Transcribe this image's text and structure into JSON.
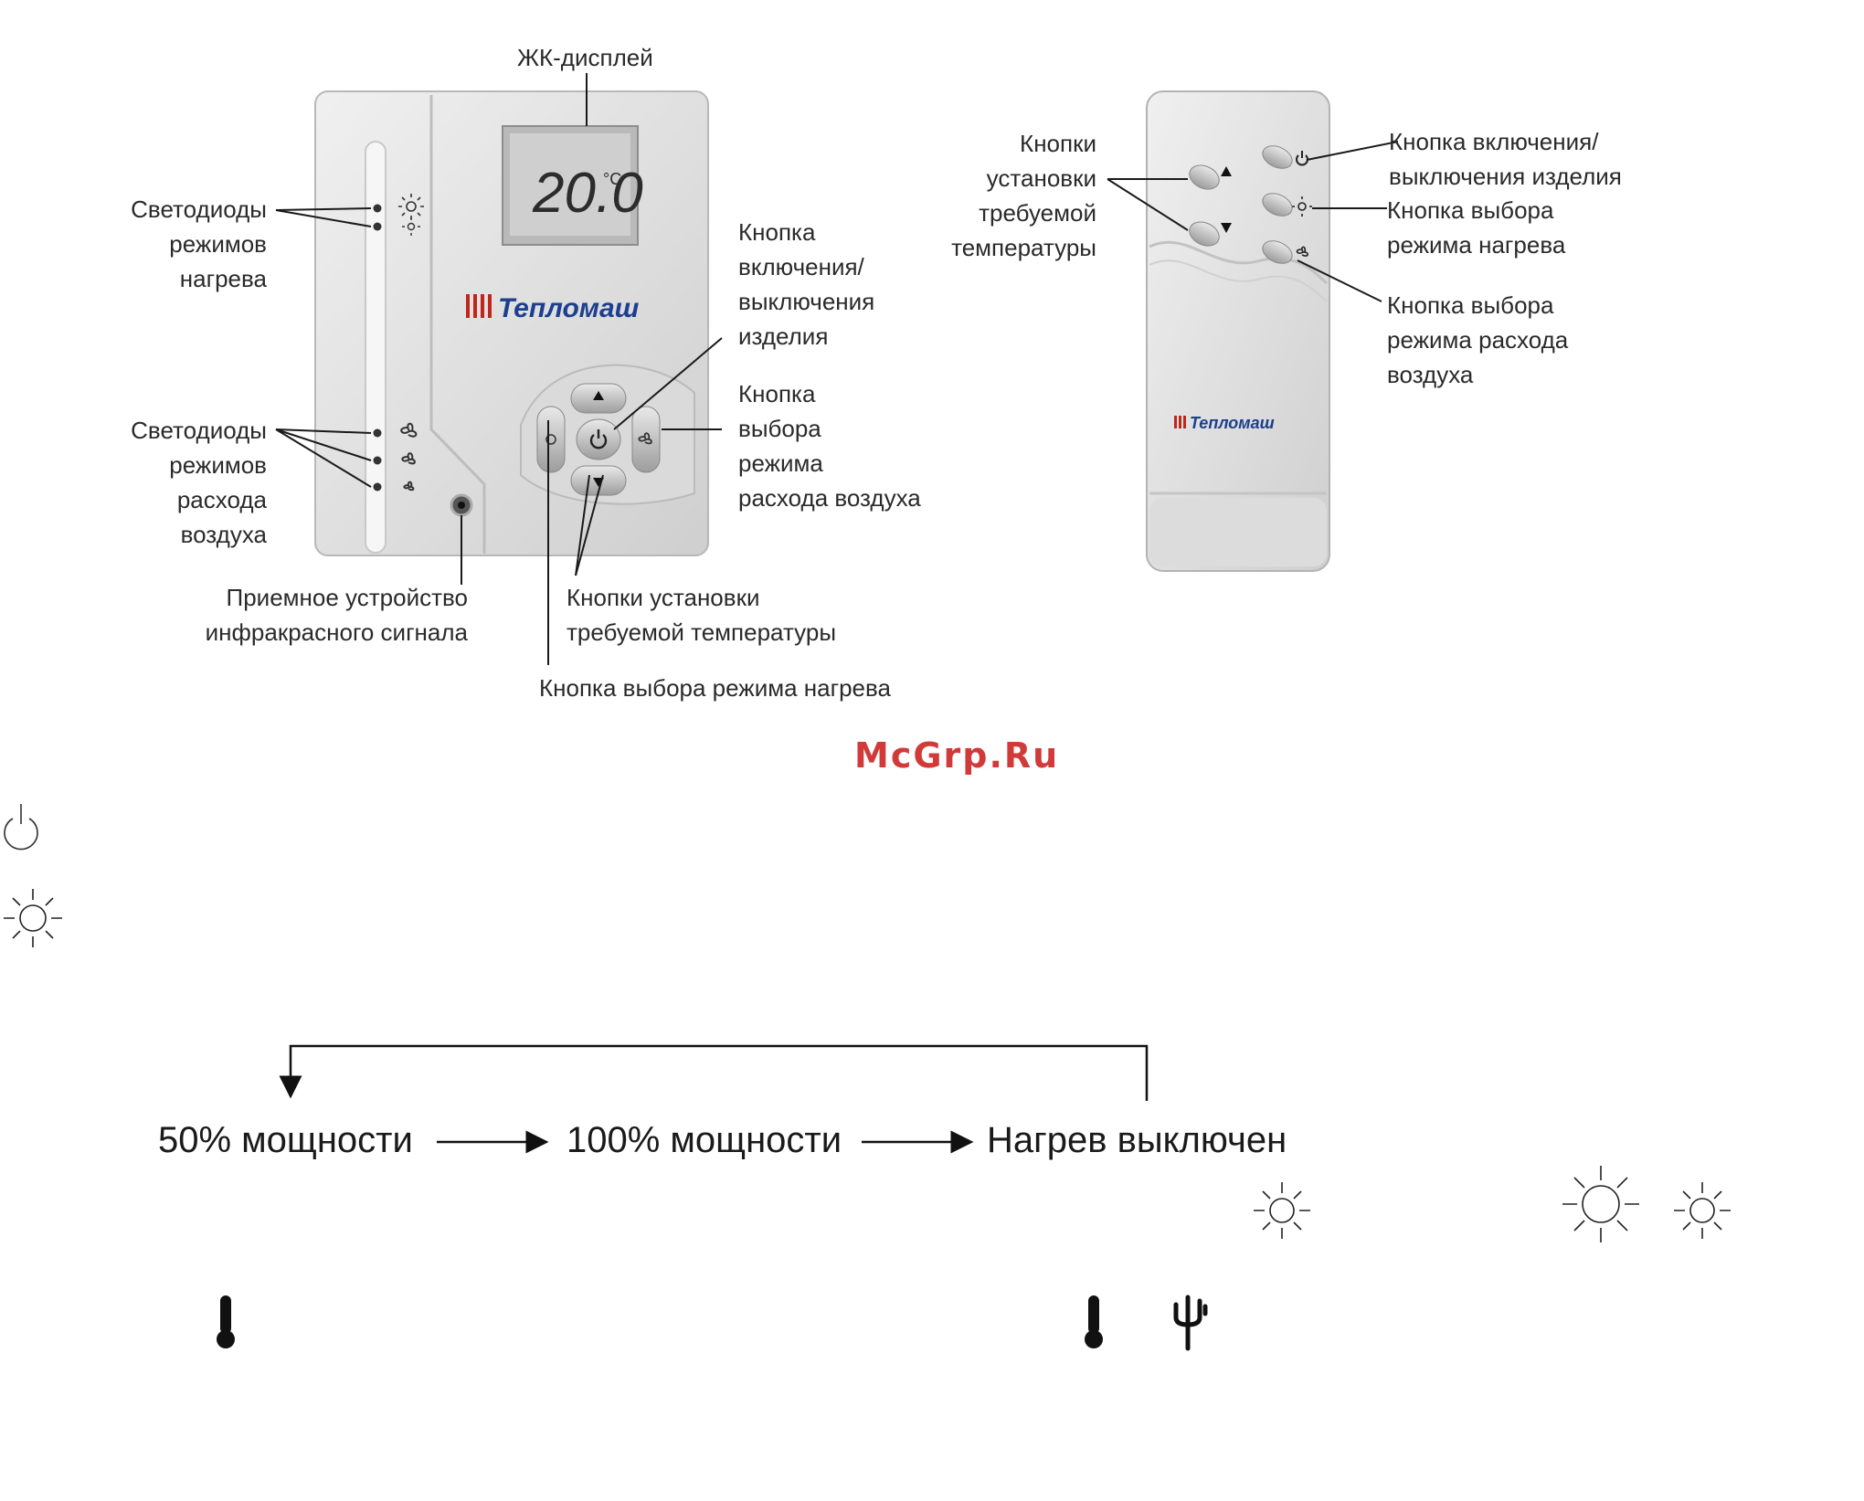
{
  "thermostat": {
    "display": {
      "value": "20.0",
      "unit": "°C"
    },
    "brand": "Тепломаш"
  },
  "remote": {
    "brand": "Тепломаш"
  },
  "labels": {
    "lcd": "ЖК-дисплей",
    "heat_leds": [
      "Светодиоды",
      "режимов",
      "нагрева"
    ],
    "fan_leds": [
      "Светодиоды",
      "режимов",
      "расхода",
      "воздуха"
    ],
    "ir_receiver": [
      "Приемное устройство",
      "инфракрасного сигнала"
    ],
    "temp_buttons": [
      "Кнопки установки",
      "требуемой температуры"
    ],
    "heat_button": "Кнопка выбора режима нагрева",
    "power_button": [
      "Кнопка",
      "включения/",
      "выключения",
      "изделия"
    ],
    "fan_button": [
      "Кнопка",
      "выбора",
      "режима",
      "расхода воздуха"
    ],
    "remote_temp_buttons": [
      "Кнопки",
      "установки",
      "требуемой",
      "температуры"
    ],
    "remote_power": [
      "Кнопка включения/",
      "выключения изделия"
    ],
    "remote_heat": [
      "Кнопка выбора",
      "режима нагрева"
    ],
    "remote_fan": [
      "Кнопка выбора",
      "режима расхода",
      "воздуха"
    ]
  },
  "watermark": "McGrp.Ru",
  "heating_cycle": [
    "50% мощности",
    "100% мощности",
    "Нагрев выключен"
  ],
  "icons": [
    "power-icon",
    "sun-icon",
    "thermometer-icon",
    "cactus-icon",
    "fan-icon",
    "arrow-up-icon",
    "arrow-down-icon"
  ],
  "colors": {
    "device": "#e4e4e4",
    "lcd": "#c9c9c9",
    "brand": "#1d3f8f",
    "logo_red": "#c0261c",
    "watermark": "#d23a3a"
  }
}
